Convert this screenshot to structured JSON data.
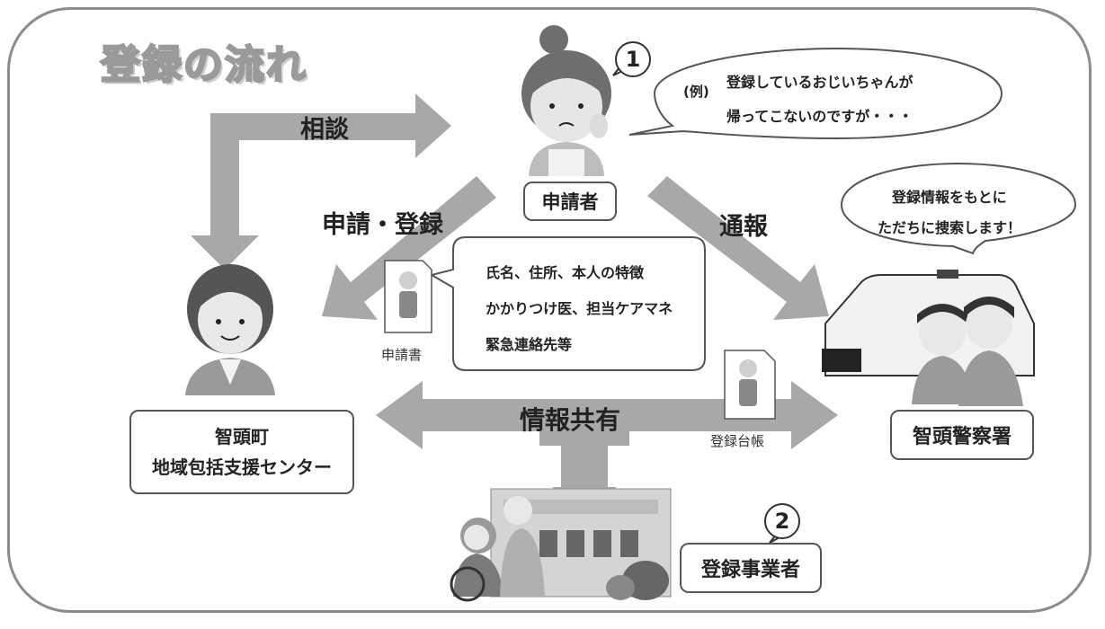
{
  "title": "登録の流れ",
  "arrows": {
    "soudan": "相談",
    "shinsei_touroku": "申請・登録",
    "tsuhou": "通報",
    "jouhou_kyouyuu": "情報共有"
  },
  "applicant": {
    "label": "申請者",
    "number": "1"
  },
  "applicant_speech": {
    "prefix": "(例)",
    "line1": "登録しているおじいちゃんが",
    "line2": "帰ってこないのですが・・・"
  },
  "police_speech": {
    "line1": "登録情報をもとに",
    "line2": "ただちに捜索します！"
  },
  "form_speech": {
    "line1": "氏名、住所、本人の特徴",
    "line2": "かかりつけ医、担当ケアマネ",
    "line3": "緊急連絡先等"
  },
  "documents": {
    "application_form": "申請書",
    "registry": "登録台帳"
  },
  "town": {
    "line1": "智頭町",
    "line2": "地域包括支援センター"
  },
  "police": {
    "label": "智頭警察署"
  },
  "business": {
    "label": "登録事業者",
    "number": "2"
  },
  "colors": {
    "arrow": "#a8a8a8",
    "frame": "#8c8c8c",
    "line": "#555555"
  }
}
